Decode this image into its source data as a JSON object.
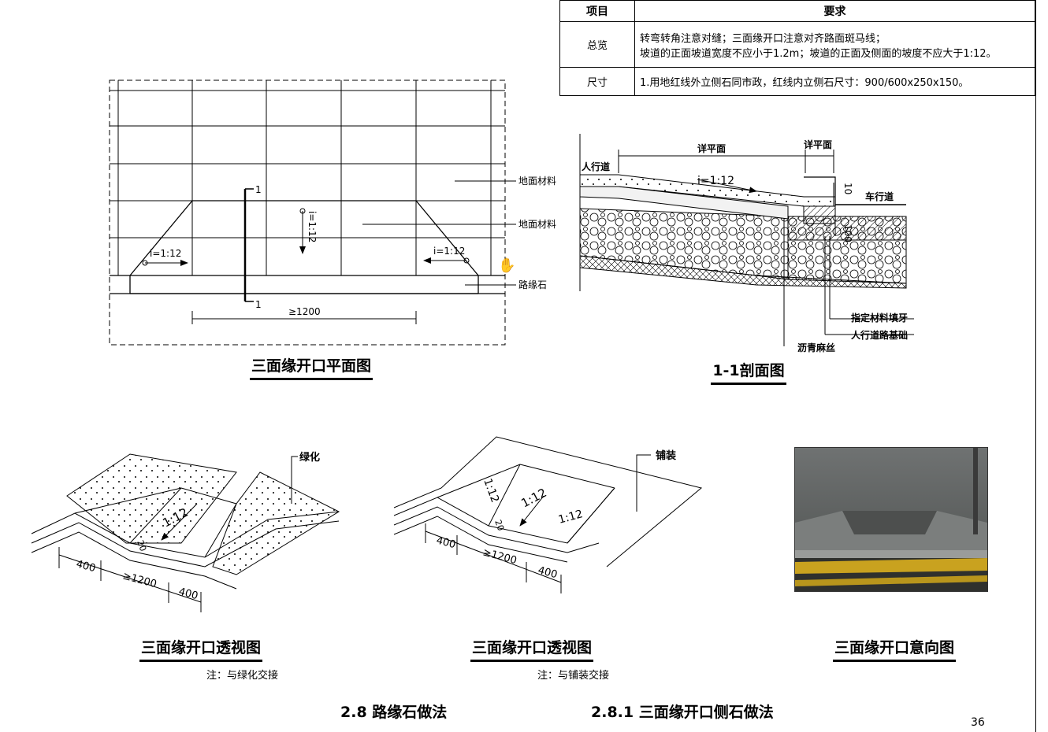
{
  "table": {
    "headers": [
      "项目",
      "要求"
    ],
    "rows": [
      {
        "item": "总览",
        "req": [
          "转弯转角注意对缝；三面缘开口注意对齐路面斑马线；",
          "坡道的正面坡道宽度不应小于1.2m；坡道的正面及侧面的坡度不应大于1:12。"
        ]
      },
      {
        "item": "尺寸",
        "req": [
          "1.用地红线外立侧石同市政，红线内立侧石尺寸：900/600x250x150。"
        ]
      }
    ]
  },
  "plan": {
    "title": "三面缘开口平面图",
    "labels": {
      "ground1": "地面材料",
      "ground2": "地面材料",
      "curb": "路缘石",
      "slope_left": "i=1:12",
      "slope_right": "i=1:12",
      "slope_mid": "i=1:12",
      "width": "≥1200",
      "sec_top": "1",
      "sec_bottom": "1"
    }
  },
  "section": {
    "title": "1-1剖面图",
    "labels": {
      "sidewalk": "人行道",
      "roadway": "车行道",
      "detail1": "详平面",
      "detail2": "详平面",
      "slope": "i=1:12",
      "d10": "10",
      "d100": "100",
      "seal": "指定材料填牙",
      "base": "人行道路基础",
      "asphalt": "沥青麻丝"
    }
  },
  "persp1": {
    "title": "三面缘开口透视图",
    "note": "注：与绿化交接",
    "labels": {
      "green": "绿化",
      "slope": "1:12",
      "d20": "20",
      "d400a": "400",
      "d1200": "≥1200",
      "d400b": "400"
    }
  },
  "persp2": {
    "title": "三面缘开口透视图",
    "note": "注：与铺装交接",
    "labels": {
      "paving": "铺装",
      "slope_mid": "1:12",
      "slope_l": "1:12",
      "slope_r": "1:12",
      "d20": "20",
      "d400a": "400",
      "d1200": "≥1200",
      "d400b": "400"
    }
  },
  "photo": {
    "title": "三面缘开口意向图"
  },
  "footer": {
    "section": "2.8  路缘石做法",
    "subsection": "2.8.1  三面缘开口侧石做法",
    "page": "36"
  }
}
